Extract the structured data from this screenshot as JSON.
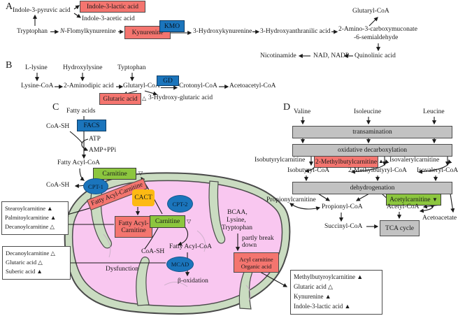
{
  "colors": {
    "highlight_red": "#f4756f",
    "highlight_green": "#8cc63e",
    "enzyme_blue": "#1b75bc",
    "cact_orange": "#fdb913",
    "process_gray": "#c2c2c2",
    "membrane_green": "#cadcc1",
    "matrix_pink": "#f9c7f0"
  },
  "panelA": {
    "letter": "A",
    "indole_pyruvic": "Indole-3-pyruvic acid",
    "indole_lactic": "Indole-3-lactic acid",
    "indole_acetic": "Indole-3-acetic acid",
    "tryptophan": "Tryptophan",
    "nformyl_prefix": "N",
    "nformyl_rest": "-Flomylkynurenine",
    "kynurenine": "Kynurenine",
    "kmo": "KMO",
    "hydroxykynurenine": "3-Hydroxykynurenine",
    "hydroxyanthranilic": "3-Hydroxyanthranilic acid",
    "carboxymuconate1": "2-Amino-3-carboxymuconate",
    "carboxymuconate2": "-6-semialdehyde",
    "glutaryl_coa": "Glutaryl-CoA",
    "quinolinic": "Quinolinic acid",
    "nad_nadp": "NAD, NADP",
    "nicotinamide": "Nicotinamide"
  },
  "panelB": {
    "letter": "B",
    "l_lysine": "L-lysine",
    "hydroxylysine": "Hydroxylysine",
    "typtophan": "Typtophan",
    "lysine_coa": "Lysine-CoA",
    "aminodipic": "2-Aminodipic acid",
    "glutaryl_coa": "Glutaryl-CoA",
    "gd": "GD",
    "crotonyl_coa": "Crotonyl-CoA",
    "acetoacetyl_coa": "Acetoacetyl-CoA",
    "glutaric_acid": "Glutaric acid",
    "glutaric_tri": "△",
    "hydroxyglutaric": "3-Hydroxy-glutaric acid"
  },
  "panelC": {
    "letter": "C",
    "fatty_acids": "Fatty acids",
    "facs": "FACS",
    "coash_1": "CoA-SH",
    "atp": "ATP",
    "amp_ppi": "AMP+PPi",
    "fatty_acyl_coa_out": "Fatty Acyl-CoA",
    "carnitine_out": "Carnitine",
    "tri_out": "▽",
    "coash_2": "CoA-SH",
    "cpt1": "CPT-1",
    "facarn_membrane": "Fatty Acyl-Carnitine",
    "cact": "CACT",
    "cpt2": "CPT-2",
    "facarn_in1": "Fatty Acyl-",
    "facarn_in2": "Carnitine",
    "carnitine_in": "Carnitine",
    "tri_in": "▽",
    "coash_3": "CoA-SH",
    "fatty_acyl_coa_in": "Fatty Acyl-CoA",
    "mcad": "MCAD",
    "beta_oxidation": "β-oxidation",
    "dysfunction": "Dysfunction",
    "bcaa1": "BCAA,",
    "bcaa2": "Lysine,",
    "bcaa3": "Tryptophan",
    "partly1": "partly break",
    "partly2": "down",
    "acyl_org1": "Acyl carnitine",
    "acyl_org2": "Organic acid",
    "box1": [
      "Stearoylcarnitine ▲",
      "Palmitoylcarnitine ▲",
      "Decanoylcarnitine △"
    ],
    "box2": [
      "Decanoylcarnitine △",
      "Glutaric acid △",
      "Suberic acid ▲"
    ],
    "box3": [
      "Methylbutyroylcarnitine ▲",
      "Glutaric acid △",
      "Kynurenine ▲",
      "Indole-3-lactic acid ▲"
    ]
  },
  "panelD": {
    "letter": "D",
    "valine": "Valine",
    "isoleucine": "Isoleucine",
    "leucine": "Leucine",
    "transamination": "transamination",
    "oxidative": "oxidative decarboxylation",
    "dehydrogenation": "dehydrogenation",
    "isobutyrylcarnitine": "Isobutyrylcarnitine",
    "methylbutylcarnitine": "2-Methylbutylcarnitine",
    "methylbutyl_tri": "▲",
    "isovalerylcarnitine": "Isovalerylcarnitine",
    "isobutyryl_coa": "Isobutyryl-CoA",
    "methylbutyryl_coa": "2-Methylbutyryl-CoA",
    "isovaleryl_coa": "Isovaleryl-CoA",
    "propionylcarnitine": "Propionylcarnitine",
    "propionyl_coa": "Propionyl-CoA",
    "succinyl_coa": "Succinyl-CoA",
    "acetylcarnitine": "Acetylcarnitine",
    "acetyl_tri": "▼",
    "acetyl_coa": "Acetyl-CoA",
    "acetoacetate": "Acetoacetate",
    "tca_cycle": "TCA cycle"
  }
}
